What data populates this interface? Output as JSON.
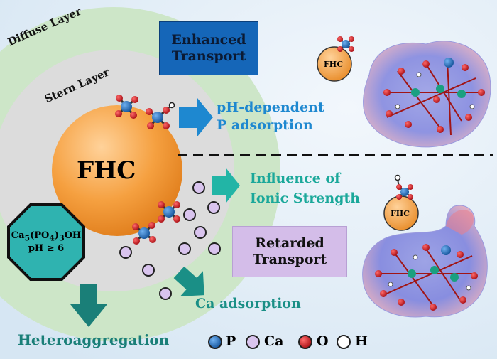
{
  "labels": {
    "diffuse_layer": "Diffuse Layer",
    "stern_layer": "Stern Layer",
    "core": "FHC",
    "small_fhc_top": "FHC",
    "small_fhc_bottom": "FHC",
    "enhanced_line1": "Enhanced",
    "enhanced_line2": "Transport",
    "ph_line1": "pH-dependent",
    "ph_line2": "P adsorption",
    "ionic_line1": "Influence of",
    "ionic_line2": "Ionic Strength",
    "retarded_line1": "Retarded",
    "retarded_line2": "Transport",
    "ca_adsorption": "Ca adsorption",
    "heteroaggregation": "Heteroaggregation",
    "octagon_formula_prefix": "Ca",
    "octagon_formula_sub1": "5",
    "octagon_formula_mid": "(PO",
    "octagon_formula_sub2": "4",
    "octagon_formula_suffix": ")",
    "octagon_formula_sub3": "3",
    "octagon_formula_end": "OH",
    "octagon_ph": "pH ≥ 6"
  },
  "legend": [
    {
      "symbol": "P",
      "color": "#1f6fbf"
    },
    {
      "symbol": "Ca",
      "color": "#d9c4ee"
    },
    {
      "symbol": "O",
      "color": "#d31920"
    },
    {
      "symbol": "H",
      "color": "#ffffff"
    }
  ],
  "colors": {
    "background": "#e2eef8",
    "diffuse": "#cde6c8",
    "stern": "#dcdcdc",
    "core": "#f5a040",
    "enhanced_box": "#1566b8",
    "retarded_box": "#d4bde9",
    "blue_text": "#1e88d0",
    "teal_text": "#1aa89a",
    "dark_teal": "#1a7f78",
    "octagon": "#2fb3b0"
  }
}
